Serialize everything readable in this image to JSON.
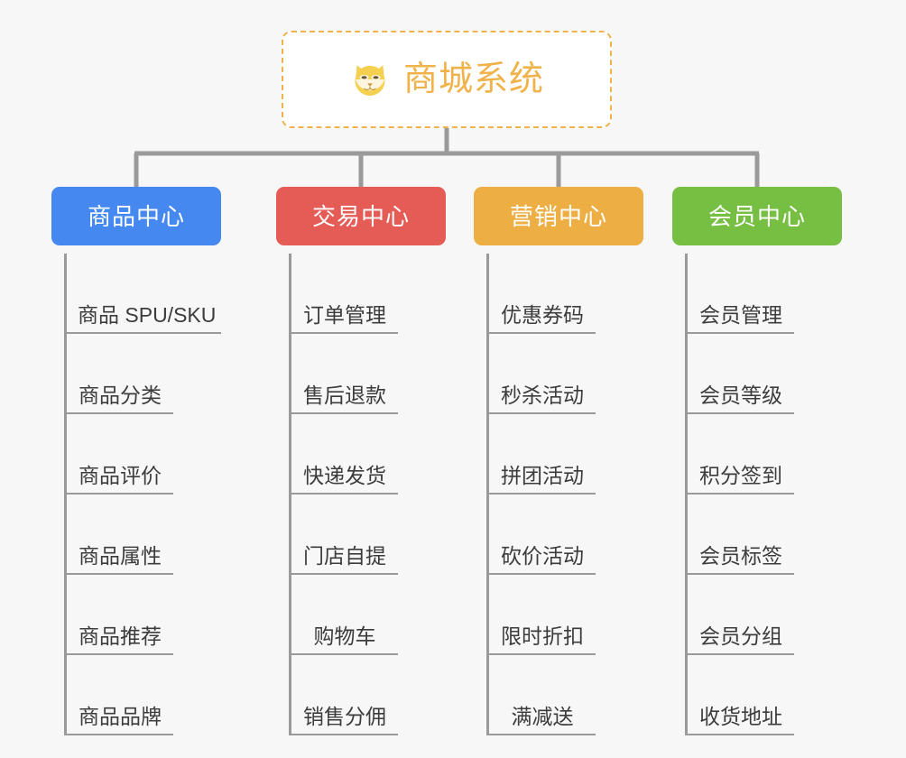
{
  "root": {
    "title": "商城系统",
    "icon": "shiba-dog-face-icon",
    "accent_color": "#f0b24a",
    "border_style": "dashed"
  },
  "categories": [
    {
      "label": "商品中心",
      "color": "#4589f0",
      "items": [
        "商品 SPU/SKU",
        "商品分类",
        "商品评价",
        "商品属性",
        "商品推荐",
        "商品品牌"
      ]
    },
    {
      "label": "交易中心",
      "color": "#e55b56",
      "items": [
        "订单管理",
        "售后退款",
        "快递发货",
        "门店自提",
        "购物车",
        "销售分佣"
      ]
    },
    {
      "label": "营销中心",
      "color": "#edae43",
      "items": [
        "优惠券码",
        "秒杀活动",
        "拼团活动",
        "砍价活动",
        "限时折扣",
        "满减送"
      ]
    },
    {
      "label": "会员中心",
      "color": "#76bf43",
      "items": [
        "会员管理",
        "会员等级",
        "积分签到",
        "会员标签",
        "会员分组",
        "收货地址"
      ]
    }
  ],
  "colors": {
    "background": "#f7f7f7",
    "connector": "#9a9a9a",
    "leaf_text": "#3c3c3c",
    "header_text": "#ffffff"
  }
}
